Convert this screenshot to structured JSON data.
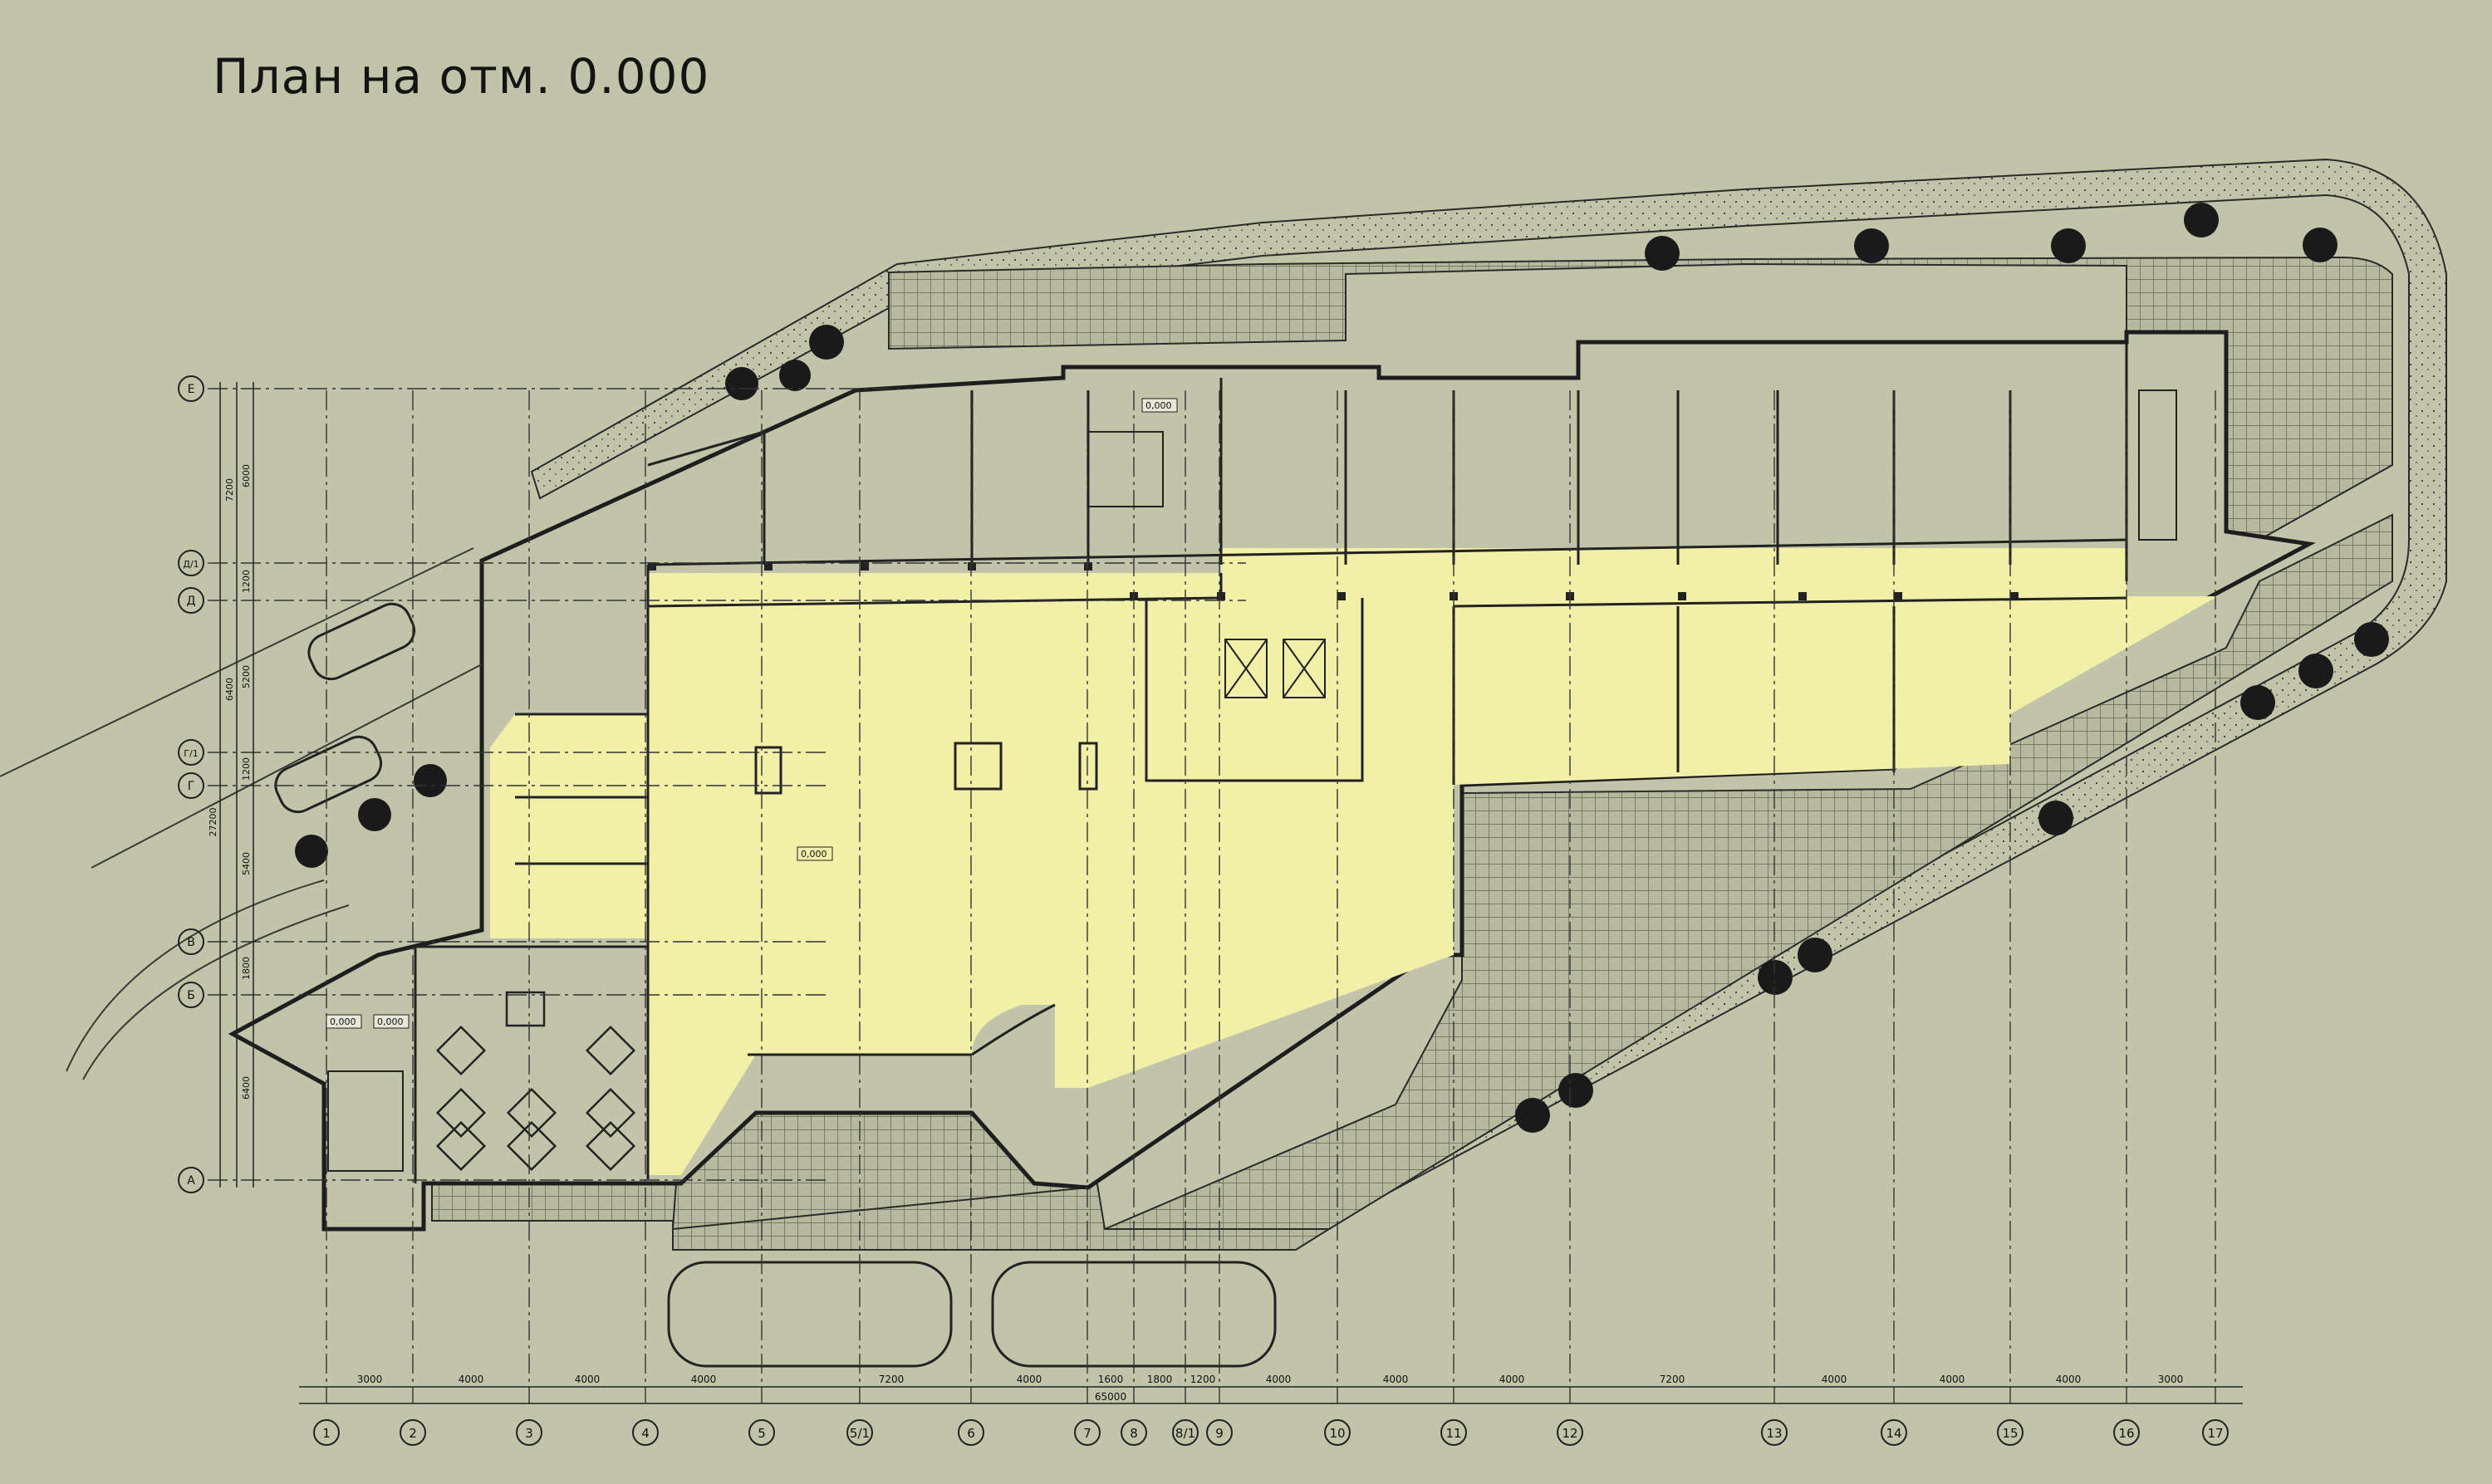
{
  "title": "План на отм. 0.000",
  "colors": {
    "background": "#c2c4a9",
    "corridor_fill": "#f2efa8",
    "line": "#2a2a2a",
    "paving": "#a9ab92",
    "tree": "#1a1a1a"
  },
  "axes_bottom": {
    "labels": [
      "1",
      "2",
      "3",
      "4",
      "5",
      "5/1",
      "6",
      "7",
      "8",
      "8/1",
      "9",
      "10",
      "11",
      "12",
      "13",
      "14",
      "15",
      "16",
      "17"
    ],
    "spans": [
      "3000",
      "4000",
      "4000",
      "4000",
      "",
      "7200",
      "4000",
      "1600",
      "1800",
      "1200",
      "4000",
      "4000",
      "4000",
      "",
      "7200",
      "4000",
      "4000",
      "4000",
      "3000"
    ],
    "total": "65000"
  },
  "axes_left": {
    "labels": [
      "Е",
      "Д/1",
      "Д",
      "Г/1",
      "Г",
      "В",
      "Б",
      "А"
    ],
    "spans_inner": [
      "6000",
      "1200",
      "5200",
      "1200",
      "5400",
      "1800",
      "6400"
    ],
    "span_outer_top": "7200",
    "span_outer_mid": "6400",
    "total": "27200"
  },
  "level_marks": [
    "0,000",
    "0,000",
    "0,000",
    "0,000"
  ]
}
